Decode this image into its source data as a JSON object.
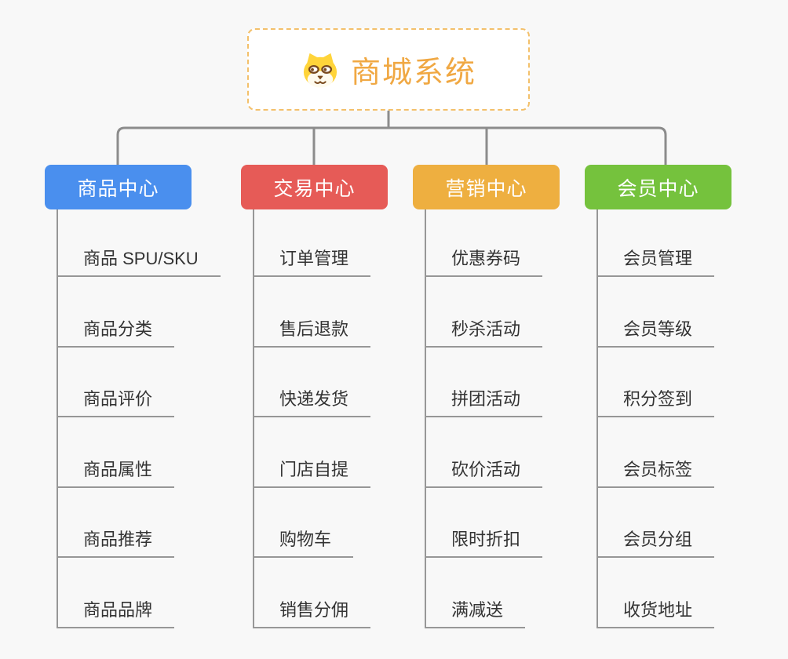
{
  "root": {
    "title": "商城系统",
    "icon": "dog-icon",
    "title_color": "#f0a843",
    "border_color": "#f3c06b"
  },
  "connector_color": "#8c8c8c",
  "branches": [
    {
      "label": "商品中心",
      "color": "#4a8fee",
      "children": [
        "商品 SPU/SKU",
        "商品分类",
        "商品评价",
        "商品属性",
        "商品推荐",
        "商品品牌"
      ]
    },
    {
      "label": "交易中心",
      "color": "#e65b57",
      "children": [
        "订单管理",
        "售后退款",
        "快递发货",
        "门店自提",
        "购物车",
        "销售分佣"
      ]
    },
    {
      "label": "营销中心",
      "color": "#eeaf40",
      "children": [
        "优惠券码",
        "秒杀活动",
        "拼团活动",
        "砍价活动",
        "限时折扣",
        "满减送"
      ]
    },
    {
      "label": "会员中心",
      "color": "#75c23d",
      "children": [
        "会员管理",
        "会员等级",
        "积分签到",
        "会员标签",
        "会员分组",
        "收货地址"
      ]
    }
  ]
}
